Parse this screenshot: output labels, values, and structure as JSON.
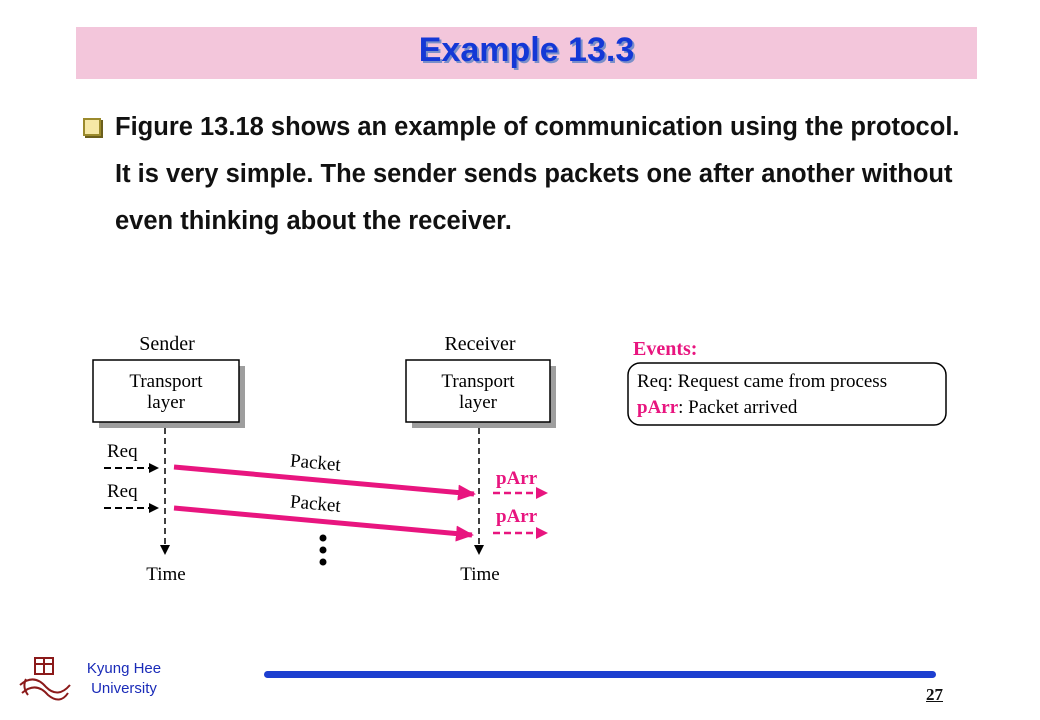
{
  "slide": {
    "title": "Example 13.3",
    "bullet_text": "Figure 13.18 shows an example of communication using the protocol. It is very simple. The sender sends packets one after another without even thinking about the receiver."
  },
  "diagram": {
    "sender_label": "Sender",
    "receiver_label": "Receiver",
    "box_line1": "Transport",
    "box_line2": "layer",
    "req_label": "Req",
    "packet_label": "Packet",
    "parr_label": "pArr",
    "time_label": "Time",
    "events_title": "Events:",
    "event_req_key": "Req",
    "event_req_text": ": Request came from process",
    "event_parr_key": "pArr",
    "event_parr_text": ": Packet arrived",
    "colors": {
      "packet": "#e8157f",
      "events_title": "#e8157f",
      "title": "#1438d6",
      "title_bar": "#f3c6db"
    }
  },
  "footer": {
    "university_line1": "Kyung Hee",
    "university_line2": "University",
    "page_number": "27"
  }
}
